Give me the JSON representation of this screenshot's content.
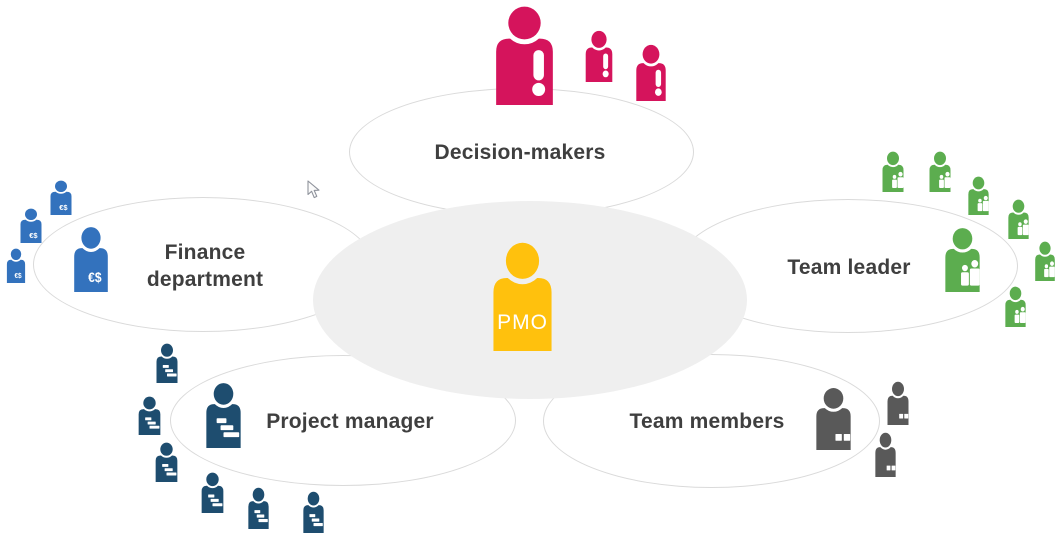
{
  "diagram": {
    "type": "hub-and-spoke stakeholder diagram",
    "center": {
      "label": "PMO",
      "color": "#FFC10D"
    },
    "groups": {
      "decision_makers": {
        "label": "Decision-makers",
        "color": "#D5145C",
        "icon_glyph": "exclamation-mark",
        "member_icon_count": 3
      },
      "finance": {
        "label_line1": "Finance",
        "label_line2": "department",
        "color": "#3372BD",
        "glyph_text": "€$",
        "member_icon_count": 4
      },
      "team_leader": {
        "label": "Team leader",
        "color": "#5CAD4F",
        "icon_glyph": "two-people",
        "member_icon_count": 7
      },
      "project_manager": {
        "label": "Project manager",
        "color": "#1E4D6F",
        "icon_glyph": "gantt-bars",
        "member_icon_count": 7
      },
      "team_members": {
        "label": "Team members",
        "color": "#595959",
        "icon_glyph": "two-squares",
        "member_icon_count": 3
      }
    },
    "styles": {
      "ellipse_fill": "#FFFFFF",
      "ellipse_stroke": "#DADADA",
      "center_ellipse_fill": "#EFEFEF",
      "label_color": "#3F3F3F"
    }
  }
}
